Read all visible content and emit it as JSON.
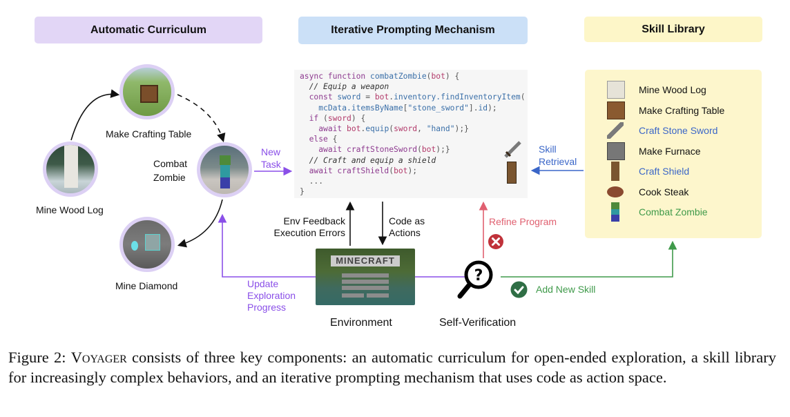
{
  "headers": {
    "automatic_curriculum": "Automatic Curriculum",
    "iterative_prompting": "Iterative Prompting Mechanism",
    "skill_library": "Skill Library"
  },
  "curriculum": {
    "nodes": [
      {
        "label": "Make Crafting Table",
        "icon": "crafting-table-scene"
      },
      {
        "label": "Combat Zombie",
        "icon": "zombie-scene"
      },
      {
        "label": "Mine Diamond",
        "icon": "diamond-scene"
      },
      {
        "label": "Mine Wood Log",
        "icon": "birch-tree-scene"
      }
    ],
    "combat_label_line1": "Combat",
    "combat_label_line2": "Zombie"
  },
  "flow_labels": {
    "new_task_1": "New",
    "new_task_2": "Task",
    "env_feedback_1": "Env Feedback",
    "env_feedback_2": "Execution Errors",
    "code_as_actions_1": "Code as",
    "code_as_actions_2": "Actions",
    "refine_program": "Refine Program",
    "skill_retrieval_1": "Skill",
    "skill_retrieval_2": "Retrieval",
    "update_1": "Update",
    "update_2": "Exploration",
    "update_3": "Progress",
    "add_new_skill": "Add New Skill",
    "environment": "Environment",
    "self_verification": "Self-Verification"
  },
  "code": {
    "lines": [
      "async function combatZombie(bot) {",
      "  // Equip a weapon",
      "  const sword = bot.inventory.findInventoryItem(",
      "    mcData.itemsByName[\"stone_sword\"].id);",
      "  if (sword) {",
      "    await bot.equip(sword, \"hand\");}",
      "  else {",
      "    await craftStoneSword(bot);}",
      "  // Craft and equip a shield",
      "  await craftShield(bot);",
      "  ...",
      "}"
    ]
  },
  "skills": [
    {
      "label": "Mine Wood  Log",
      "color": "#111111",
      "icon": "birch-log-icon"
    },
    {
      "label": "Make Crafting Table",
      "color": "#111111",
      "icon": "crafting-table-icon"
    },
    {
      "label": "Craft Stone Sword",
      "color": "#3a66c8",
      "icon": "stone-sword-icon"
    },
    {
      "label": "Make Furnace",
      "color": "#111111",
      "icon": "furnace-icon"
    },
    {
      "label": "Craft Shield",
      "color": "#3a66c8",
      "icon": "shield-icon"
    },
    {
      "label": "Cook Steak",
      "color": "#111111",
      "icon": "steak-icon"
    },
    {
      "label": "Combat Zombie",
      "color": "#3f9a4a",
      "icon": "zombie-icon"
    }
  ],
  "colors": {
    "purple": "#8a4fe8",
    "blue": "#3a66c8",
    "red": "#e06070",
    "green": "#3f9a4a",
    "dark_red": "#c0323a",
    "dark_green": "#2f6e45"
  },
  "caption": {
    "prefix": "Figure 2: ",
    "name": "Voyager",
    "text": " consists of three key components: an automatic curriculum for open-ended exploration, a skill library for increasingly complex behaviors, and an iterative prompting mechanism that uses code as action space."
  }
}
